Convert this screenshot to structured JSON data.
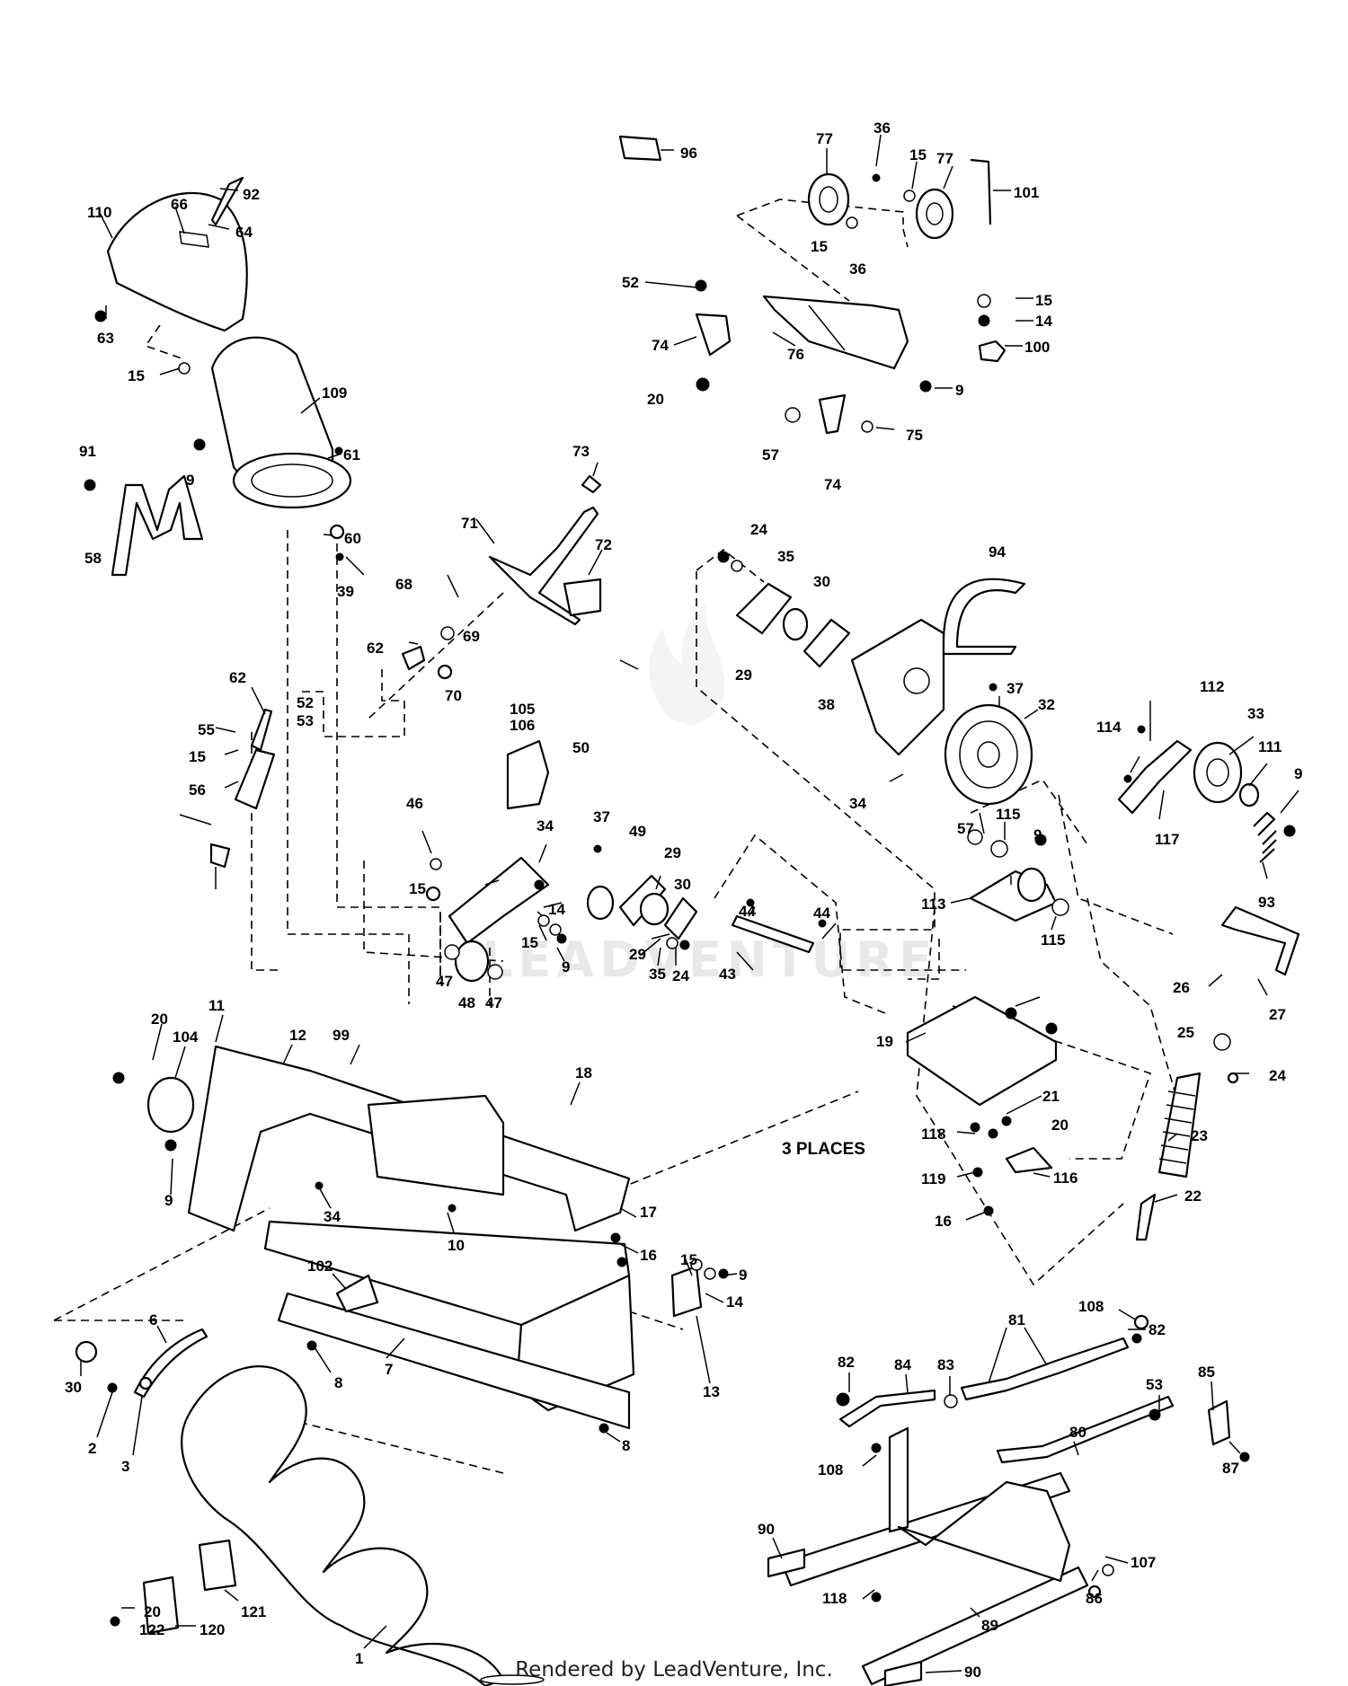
{
  "diagram": {
    "watermark_text": "LEADVENTURE",
    "note": "3 PLACES",
    "credit": "Rendered by LeadVenture, Inc.",
    "callouts": [
      "96",
      "77",
      "36",
      "15",
      "77",
      "101",
      "15",
      "36",
      "52",
      "15",
      "14",
      "100",
      "74",
      "76",
      "20",
      "9",
      "57",
      "74",
      "75",
      "110",
      "66",
      "92",
      "64",
      "63",
      "15",
      "109",
      "91",
      "9",
      "61",
      "58",
      "60",
      "39",
      "73",
      "71",
      "72",
      "24",
      "35",
      "30",
      "94",
      "29",
      "37",
      "32",
      "38",
      "34",
      "68",
      "69",
      "70",
      "62",
      "112",
      "33",
      "114",
      "111",
      "9",
      "117",
      "93",
      "105",
      "106",
      "50",
      "62",
      "55",
      "52",
      "53",
      "15",
      "56",
      "37",
      "49",
      "29",
      "30",
      "46",
      "34",
      "15",
      "29",
      "57",
      "115",
      "9",
      "113",
      "115",
      "44",
      "14",
      "15",
      "9",
      "44",
      "47",
      "48",
      "47",
      "35",
      "24",
      "43",
      "26",
      "27",
      "25",
      "24",
      "20",
      "11",
      "12",
      "99",
      "104",
      "9",
      "19",
      "21",
      "20",
      "118",
      "119",
      "116",
      "16",
      "23",
      "22",
      "18",
      "17",
      "34",
      "10",
      "16",
      "15",
      "9",
      "14",
      "13",
      "102",
      "7",
      "8",
      "6",
      "30",
      "2",
      "3",
      "8",
      "108",
      "82",
      "81",
      "82",
      "84",
      "83",
      "53",
      "85",
      "80",
      "108",
      "87",
      "90",
      "107",
      "86",
      "118",
      "89",
      "90",
      "1",
      "121",
      "120",
      "20",
      "122"
    ]
  }
}
